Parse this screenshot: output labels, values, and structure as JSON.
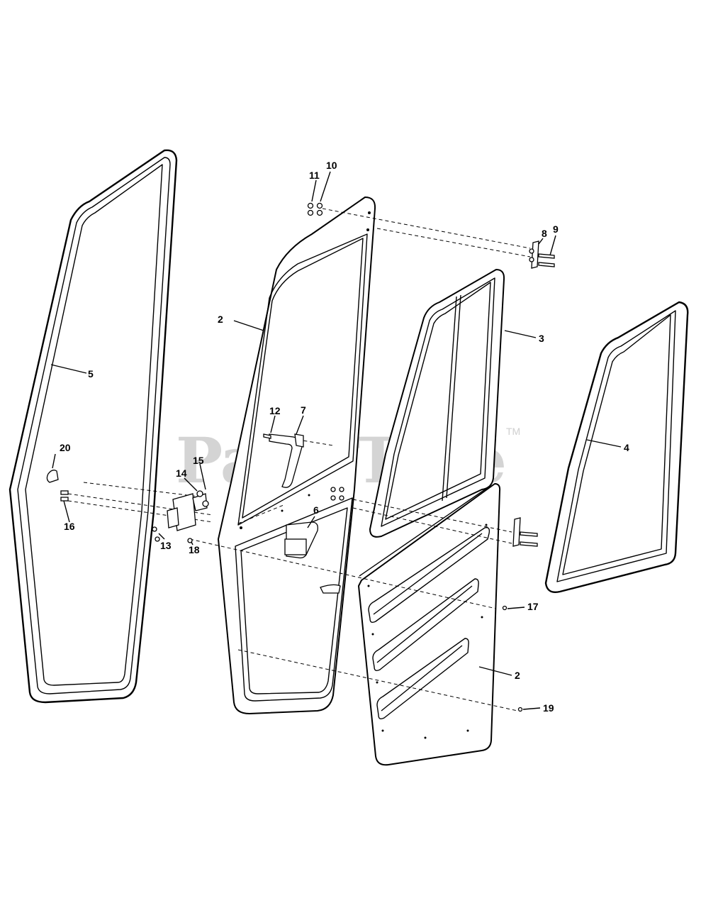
{
  "watermark": {
    "brand": "PartsTree",
    "trademark": "TM"
  },
  "callouts": [
    "2",
    "2",
    "3",
    "4",
    "5",
    "6",
    "7",
    "8",
    "9",
    "10",
    "11",
    "12",
    "13",
    "14",
    "15",
    "16",
    "17",
    "18",
    "19",
    "20"
  ]
}
